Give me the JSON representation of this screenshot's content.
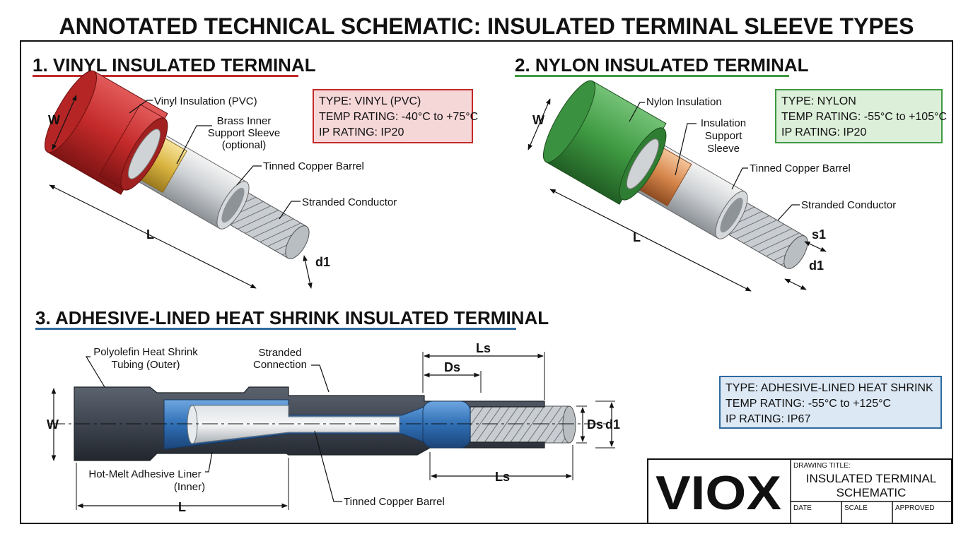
{
  "title": "ANNOTATED TECHNICAL SCHEMATIC: INSULATED TERMINAL SLEEVE TYPES",
  "colors": {
    "vinyl": "#c42a2a",
    "nylon": "#3f9a42",
    "heat_shrink": "#3e4550",
    "vinyl_box_bg": "#f6d7d7",
    "nylon_box_bg": "#dcefd9",
    "heat_box_bg": "#dce8f4",
    "heat_box_border": "#2f6aa0",
    "adhesive": "#2f6fb5",
    "brass": "#d9b441",
    "copper": "#d6864b"
  },
  "section1": {
    "heading": "1. VINYL INSULATED TERMINAL",
    "labels": {
      "insulation": "Vinyl Insulation (PVC)",
      "inner_line1": "Brass Inner",
      "inner_line2": "Support Sleeve",
      "inner_line3": "(optional)",
      "barrel": "Tinned Copper Barrel",
      "conductor": "Stranded Conductor"
    },
    "dims": {
      "w": "W",
      "l": "L",
      "d1": "d1"
    },
    "spec": {
      "type": "TYPE: VINYL (PVC)",
      "temp": "TEMP RATING: -40°C to +75°C",
      "ip": "IP RATING: IP20"
    }
  },
  "section2": {
    "heading": "2. NYLON INSULATED TERMINAL",
    "labels": {
      "insulation": "Nylon Insulation",
      "support_line1": "Insulation",
      "support_line2": "Support",
      "support_line3": "Sleeve",
      "barrel": "Tinned Copper Barrel",
      "conductor": "Stranded Conductor"
    },
    "dims": {
      "w": "W",
      "l": "L",
      "s1": "s1",
      "d1": "d1"
    },
    "spec": {
      "type": "TYPE: NYLON",
      "temp": "TEMP RATING: -55°C to +105°C",
      "ip": "IP RATING: IP20"
    }
  },
  "section3": {
    "heading": "3. ADHESIVE-LINED HEAT SHRINK INSULATED TERMINAL",
    "labels": {
      "tubing_line1": "Polyolefin Heat Shrink",
      "tubing_line2": "Tubing (Outer)",
      "connection_line1": "Stranded",
      "connection_line2": "Connection",
      "adhesive_line1": "Hot-Melt Adhesive Liner",
      "adhesive_line2": "(Inner)",
      "barrel": "Tinned Copper Barrel"
    },
    "dims": {
      "w": "W",
      "l": "L",
      "ls_top": "Ls",
      "ds_top": "Ds",
      "ls_bottom": "Ls",
      "ds_right": "Ds",
      "d1": "d1"
    },
    "spec": {
      "type": "TYPE: ADHESIVE-LINED HEAT SHRINK",
      "temp": "TEMP RATING: -55°C to +125°C",
      "ip": "IP RATING: IP67"
    }
  },
  "title_block": {
    "logo": "VIOX",
    "drawing_title_label": "DRAWING TITLE:",
    "drawing_title_line1": "INSULATED TERMINAL",
    "drawing_title_line2": "SCHEMATIC",
    "date": "DATE",
    "scale": "SCALE",
    "approved": "APPROVED"
  }
}
